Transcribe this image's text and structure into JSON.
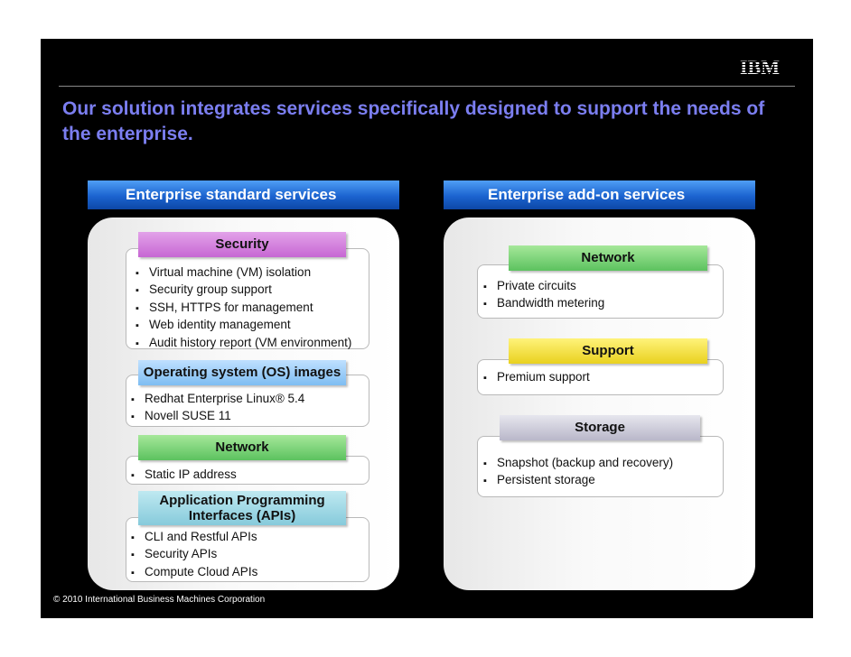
{
  "title": "Our solution integrates services specifically designed to support the needs of the enterprise.",
  "logo_text": "IBM",
  "footer": "© 2010 International Business Machines Corporation",
  "columns": [
    {
      "header": "Enterprise standard services",
      "sections": [
        {
          "label": "Security",
          "items": [
            "Virtual machine (VM) isolation",
            "Security group support",
            "SSH, HTTPS for management",
            "Web identity management",
            "Audit history report (VM environment)"
          ]
        },
        {
          "label": "Operating system (OS) images",
          "items": [
            "Redhat Enterprise Linux® 5.4",
            "Novell SUSE 11"
          ]
        },
        {
          "label": "Network",
          "items": [
            "Static IP address"
          ]
        },
        {
          "label_line1": "Application Programming",
          "label_line2": "Interfaces (APIs)",
          "items": [
            "CLI and Restful APIs",
            "Security APIs",
            "Compute Cloud APIs"
          ]
        }
      ]
    },
    {
      "header": "Enterprise add-on services",
      "sections": [
        {
          "label": "Network",
          "items": [
            "Private circuits",
            "Bandwidth metering"
          ]
        },
        {
          "label": "Support",
          "items": [
            "Premium support"
          ]
        },
        {
          "label": "Storage",
          "items": [
            "Snapshot (backup and recovery)",
            "Persistent storage"
          ]
        }
      ]
    }
  ],
  "colors": {
    "title": "#7b7ef0",
    "security": "#c767d3",
    "os": "#7ebdf2",
    "network": "#5cc25f",
    "api": "#86cadb",
    "support": "#e9d11f",
    "storage": "#b9b7c9"
  }
}
